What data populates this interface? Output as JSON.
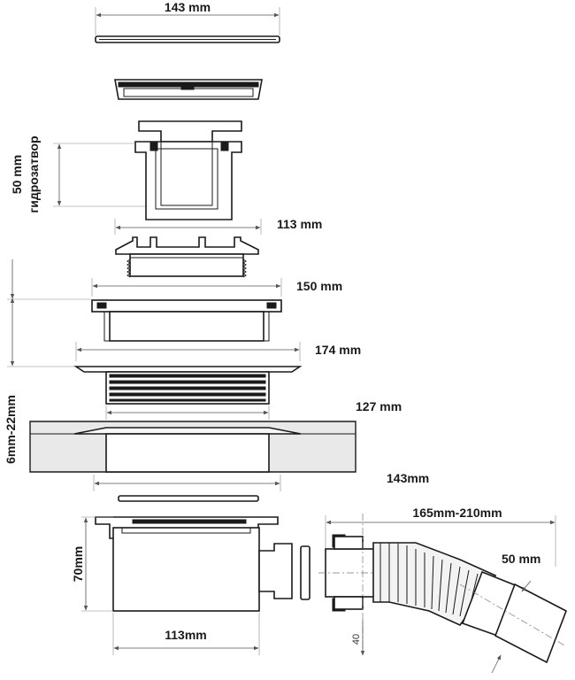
{
  "dimensions": {
    "grate_width": "143 mm",
    "water_seal_depth": "50 mm",
    "water_seal_label": "гидрозатвор",
    "ring_width": "113 mm",
    "flange_width": "150 mm",
    "outer_flange_width": "174 mm",
    "tile_range": "6mm-22mm",
    "base_width": "127 mm",
    "body_flange_width": "143mm",
    "body_height": "70mm",
    "body_width": "113mm",
    "hose_length": "165mm-210mm",
    "hose_outlet": "50 mm",
    "outlet_height": "40"
  }
}
